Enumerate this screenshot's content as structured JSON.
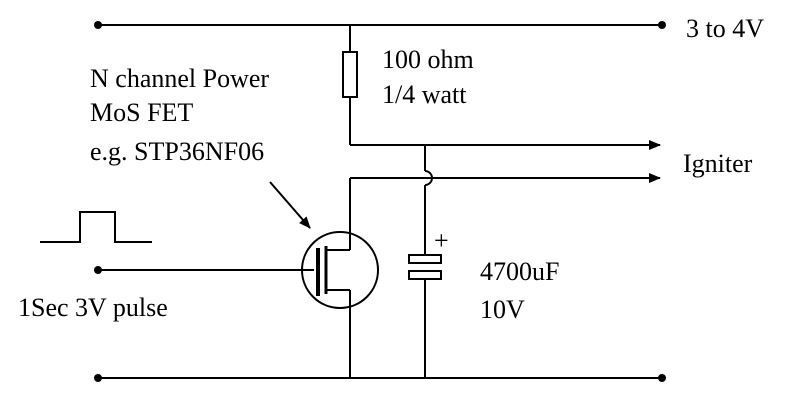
{
  "labels": {
    "supply": "3 to 4V",
    "resistor_value": "100 ohm",
    "resistor_power": "1/4 watt",
    "fet_line1": "N channel Power",
    "fet_line2": "MoS FET",
    "fet_line3": "e.g. STP36NF06",
    "output": "Igniter",
    "cap_value": "4700uF",
    "cap_voltage": "10V",
    "input": "1Sec 3V pulse",
    "cap_polarity": "+"
  },
  "colors": {
    "ink": "#000000",
    "background": "#ffffff"
  }
}
